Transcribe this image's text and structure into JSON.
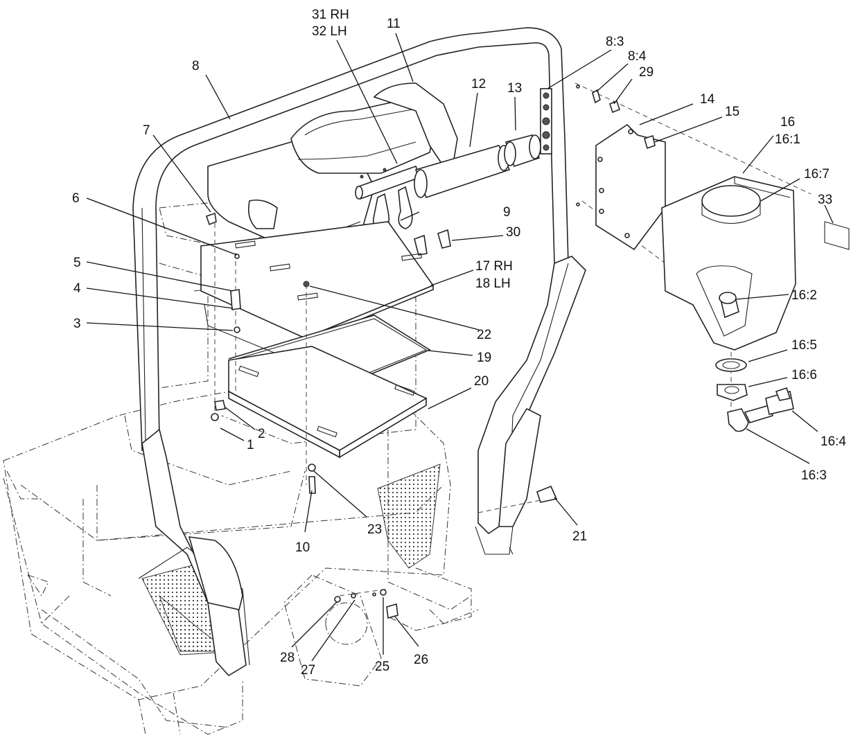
{
  "diagram": {
    "callouts": {
      "c1": "1",
      "c2": "2",
      "c3": "3",
      "c4": "4",
      "c5": "5",
      "c6": "6",
      "c7": "7",
      "c8": "8",
      "c9": "9",
      "c10": "10",
      "c11": "11",
      "c12": "12",
      "c13": "13",
      "c14": "14",
      "c15": "15",
      "c16a": "16",
      "c16b": "16:1",
      "c16_2": "16:2",
      "c16_3": "16:3",
      "c16_4": "16:4",
      "c16_5": "16:5",
      "c16_6": "16:6",
      "c16_7": "16:7",
      "c17": "17 RH",
      "c18": "18 LH",
      "c19": "19",
      "c20": "20",
      "c21": "21",
      "c22": "22",
      "c23": "23",
      "c25": "25",
      "c26": "26",
      "c27": "27",
      "c28": "28",
      "c29": "29",
      "c30": "30",
      "c31": "31 RH",
      "c32": "32 LH",
      "c33": "33",
      "c8_3": "8:3",
      "c8_4": "8:4"
    }
  }
}
